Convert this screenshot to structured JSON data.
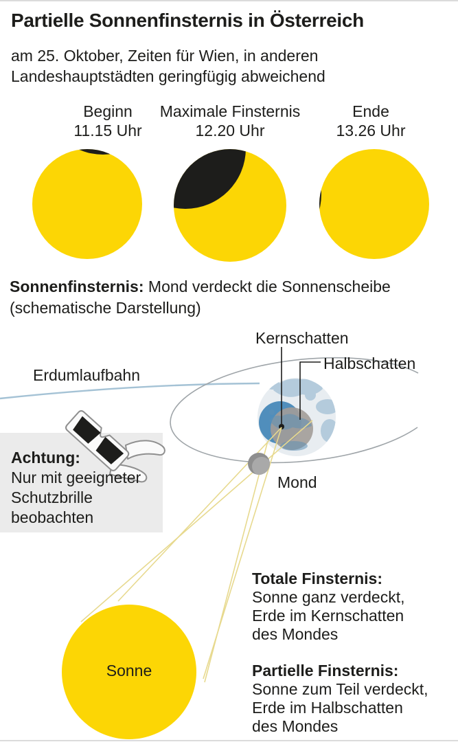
{
  "header": {
    "title": "Partielle Sonnenfinsternis in Österreich",
    "subtitle_line1": "am 25. Oktober, Zeiten für Wien, in anderen",
    "subtitle_line2": "Landeshauptstädten geringfügig abweichend"
  },
  "phases": [
    {
      "label": "Beginn",
      "time": "11.15 Uhr"
    },
    {
      "label": "Maximale Finsternis",
      "time": "12.20 Uhr"
    },
    {
      "label": "Ende",
      "time": "13.26 Uhr"
    }
  ],
  "explanation": {
    "bold": "Sonnenfinsternis:",
    "rest": " Mond verdeckt die Sonnenscheibe",
    "line2": "(schematische Darstellung)"
  },
  "diagram_labels": {
    "kernschatten": "Kernschatten",
    "halbschatten": "Halbschatten",
    "erdumlaufbahn": "Erdumlaufbahn",
    "mond": "Mond",
    "sonne": "Sonne"
  },
  "warning": {
    "bold": "Achtung:",
    "line1": "Nur mit geeigneter",
    "line2": "Schutzbrille",
    "line3": "beobachten"
  },
  "legend": {
    "total": {
      "title": "Totale Finsternis:",
      "line1": "Sonne ganz verdeckt,",
      "line2": "Erde im Kernschatten",
      "line3": "des Mondes"
    },
    "partial": {
      "title": "Partielle Finsternis:",
      "line1": "Sonne zum Teil verdeckt,",
      "line2": "Erde im Halbschatten",
      "line3": "des Mondes"
    }
  },
  "colors": {
    "sun_yellow": "#fcd605",
    "eclipse_black": "#1d1d1b",
    "ray_yellow": "#e7d98e",
    "orbit_gray": "#9fa5a9",
    "earth_orbit_blue": "#a4c2d5",
    "globe_base": "#e8edf1",
    "land_blue": "#b4cbdc",
    "umbra_blue": "#4486b8",
    "penumbra_gray": "#a29c98",
    "warning_bg": "#ebebeb"
  }
}
